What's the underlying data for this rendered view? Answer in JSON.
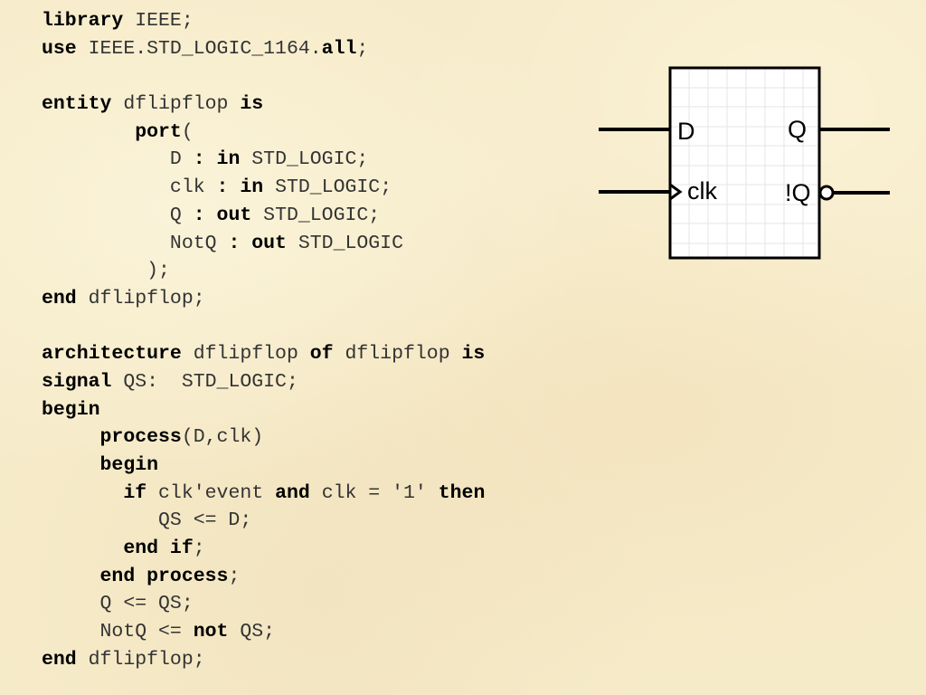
{
  "code": {
    "lines": [
      [
        {
          "t": "kw",
          "v": "library"
        },
        {
          "t": "tx",
          "v": " IEEE;"
        }
      ],
      [
        {
          "t": "kw",
          "v": "use"
        },
        {
          "t": "tx",
          "v": " IEEE.STD_LOGIC_1164."
        },
        {
          "t": "kw",
          "v": "all"
        },
        {
          "t": "tx",
          "v": ";"
        }
      ],
      [],
      [
        {
          "t": "kw",
          "v": "entity"
        },
        {
          "t": "tx",
          "v": " dflipflop "
        },
        {
          "t": "kw",
          "v": "is"
        }
      ],
      [
        {
          "t": "tx",
          "v": "        "
        },
        {
          "t": "kw",
          "v": "port"
        },
        {
          "t": "tx",
          "v": "("
        }
      ],
      [
        {
          "t": "tx",
          "v": "           D "
        },
        {
          "t": "kw",
          "v": ":"
        },
        {
          "t": "tx",
          "v": " "
        },
        {
          "t": "kw",
          "v": "in"
        },
        {
          "t": "tx",
          "v": " STD_LOGIC;"
        }
      ],
      [
        {
          "t": "tx",
          "v": "           clk "
        },
        {
          "t": "kw",
          "v": ":"
        },
        {
          "t": "tx",
          "v": " "
        },
        {
          "t": "kw",
          "v": "in"
        },
        {
          "t": "tx",
          "v": " STD_LOGIC;"
        }
      ],
      [
        {
          "t": "tx",
          "v": "           Q "
        },
        {
          "t": "kw",
          "v": ":"
        },
        {
          "t": "tx",
          "v": " "
        },
        {
          "t": "kw",
          "v": "out"
        },
        {
          "t": "tx",
          "v": " STD_LOGIC;"
        }
      ],
      [
        {
          "t": "tx",
          "v": "           NotQ "
        },
        {
          "t": "kw",
          "v": ":"
        },
        {
          "t": "tx",
          "v": " "
        },
        {
          "t": "kw",
          "v": "out"
        },
        {
          "t": "tx",
          "v": " STD_LOGIC"
        }
      ],
      [
        {
          "t": "tx",
          "v": "         );"
        }
      ],
      [
        {
          "t": "kw",
          "v": "end"
        },
        {
          "t": "tx",
          "v": " dflipflop;"
        }
      ],
      [],
      [
        {
          "t": "kw",
          "v": "architecture"
        },
        {
          "t": "tx",
          "v": " dflipflop "
        },
        {
          "t": "kw",
          "v": "of"
        },
        {
          "t": "tx",
          "v": " dflipflop "
        },
        {
          "t": "kw",
          "v": "is"
        }
      ],
      [
        {
          "t": "kw",
          "v": "signal"
        },
        {
          "t": "tx",
          "v": " QS:  STD_LOGIC;"
        }
      ],
      [
        {
          "t": "kw",
          "v": "begin"
        }
      ],
      [
        {
          "t": "tx",
          "v": "     "
        },
        {
          "t": "kw",
          "v": "process"
        },
        {
          "t": "tx",
          "v": "(D,clk)"
        }
      ],
      [
        {
          "t": "tx",
          "v": "     "
        },
        {
          "t": "kw",
          "v": "begin"
        }
      ],
      [
        {
          "t": "tx",
          "v": "       "
        },
        {
          "t": "kw",
          "v": "if"
        },
        {
          "t": "tx",
          "v": " clk'event "
        },
        {
          "t": "kw",
          "v": "and"
        },
        {
          "t": "tx",
          "v": " clk = '1' "
        },
        {
          "t": "kw",
          "v": "then"
        }
      ],
      [
        {
          "t": "tx",
          "v": "          QS <= D;"
        }
      ],
      [
        {
          "t": "tx",
          "v": "       "
        },
        {
          "t": "kw",
          "v": "end if"
        },
        {
          "t": "tx",
          "v": ";"
        }
      ],
      [
        {
          "t": "tx",
          "v": "     "
        },
        {
          "t": "kw",
          "v": "end process"
        },
        {
          "t": "tx",
          "v": ";"
        }
      ],
      [
        {
          "t": "tx",
          "v": "     Q <= QS;"
        }
      ],
      [
        {
          "t": "tx",
          "v": "     NotQ <= "
        },
        {
          "t": "kw",
          "v": "not"
        },
        {
          "t": "tx",
          "v": " QS;"
        }
      ],
      [
        {
          "t": "kw",
          "v": "end"
        },
        {
          "t": "tx",
          "v": " dflipflop;"
        }
      ]
    ]
  },
  "diagram": {
    "input_d": "D",
    "input_clk": "clk",
    "output_q": "Q",
    "output_notq": "!Q"
  }
}
